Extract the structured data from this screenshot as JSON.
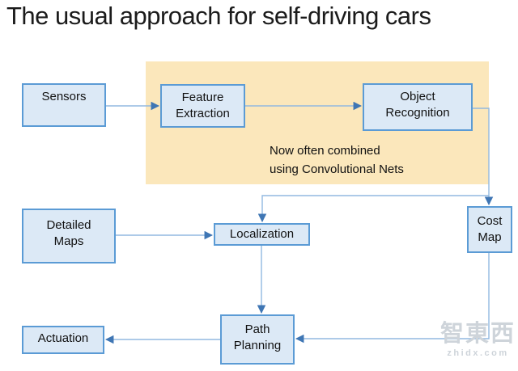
{
  "title": "The usual approach for self-driving cars",
  "colors": {
    "box_fill": "#dce9f6",
    "box_border": "#5b9bd5",
    "highlight_fill": "#fbe7bb",
    "connector_line": "#92b9e0",
    "connector_arrow": "#3f76b4",
    "title_color": "#1b1b1b",
    "watermark_color": "#ced4da"
  },
  "diagram": {
    "nodes": [
      {
        "id": "sensors",
        "label": "Sensors"
      },
      {
        "id": "feature-extraction",
        "label": "Feature\nExtraction"
      },
      {
        "id": "object-recognition",
        "label": "Object\nRecognition"
      },
      {
        "id": "detailed-maps",
        "label": "Detailed\nMaps"
      },
      {
        "id": "localization",
        "label": "Localization"
      },
      {
        "id": "cost-map",
        "label": "Cost\nMap"
      },
      {
        "id": "actuation",
        "label": "Actuation"
      },
      {
        "id": "path-planning",
        "label": "Path\nPlanning"
      }
    ],
    "annotation": {
      "line1": "Now often combined",
      "line2": "using Convolutional Nets"
    },
    "edges": [
      {
        "from": "sensors",
        "to": "feature-extraction"
      },
      {
        "from": "feature-extraction",
        "to": "object-recognition"
      },
      {
        "from": "object-recognition",
        "to": "cost-map"
      },
      {
        "from": "object-recognition",
        "to": "localization"
      },
      {
        "from": "detailed-maps",
        "to": "localization"
      },
      {
        "from": "localization",
        "to": "path-planning"
      },
      {
        "from": "cost-map",
        "to": "path-planning"
      },
      {
        "from": "path-planning",
        "to": "actuation"
      }
    ]
  },
  "watermark": {
    "logo": "智東西",
    "site": "zhidx.com"
  }
}
